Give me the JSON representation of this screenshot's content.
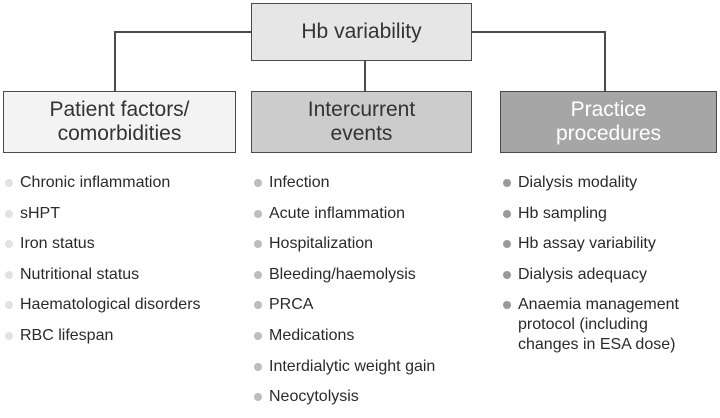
{
  "diagram": {
    "root": {
      "label": "Hb variability"
    },
    "categories": [
      {
        "label_lines": [
          "Patient factors/",
          "comorbidities"
        ],
        "items": [
          [
            "Chronic inflammation"
          ],
          [
            "sHPT"
          ],
          [
            "Iron status"
          ],
          [
            "Nutritional status"
          ],
          [
            "Haematological disorders"
          ],
          [
            "RBC lifespan"
          ]
        ]
      },
      {
        "label_lines": [
          "Intercurrent",
          "events"
        ],
        "items": [
          [
            "Infection"
          ],
          [
            "Acute inflammation"
          ],
          [
            "Hospitalization"
          ],
          [
            "Bleeding/haemolysis"
          ],
          [
            "PRCA"
          ],
          [
            "Medications"
          ],
          [
            "Interdialytic weight gain"
          ],
          [
            "Neocytolysis"
          ]
        ]
      },
      {
        "label_lines": [
          "Practice",
          "procedures"
        ],
        "items": [
          [
            "Dialysis modality"
          ],
          [
            "Hb sampling"
          ],
          [
            "Hb assay variability"
          ],
          [
            "Dialysis adequacy"
          ],
          [
            "Anaemia management",
            "protocol (including",
            "changes in ESA dose)"
          ]
        ]
      }
    ]
  },
  "colors": {
    "root_fill": "#e6e6e6",
    "category_fills": [
      "#f3f3f3",
      "#cccccc",
      "#a6a6a6"
    ],
    "bullet_colors": [
      "#e2e2e2",
      "#bdbdbd",
      "#9a9a9a"
    ],
    "line": "#4a4a4a"
  }
}
